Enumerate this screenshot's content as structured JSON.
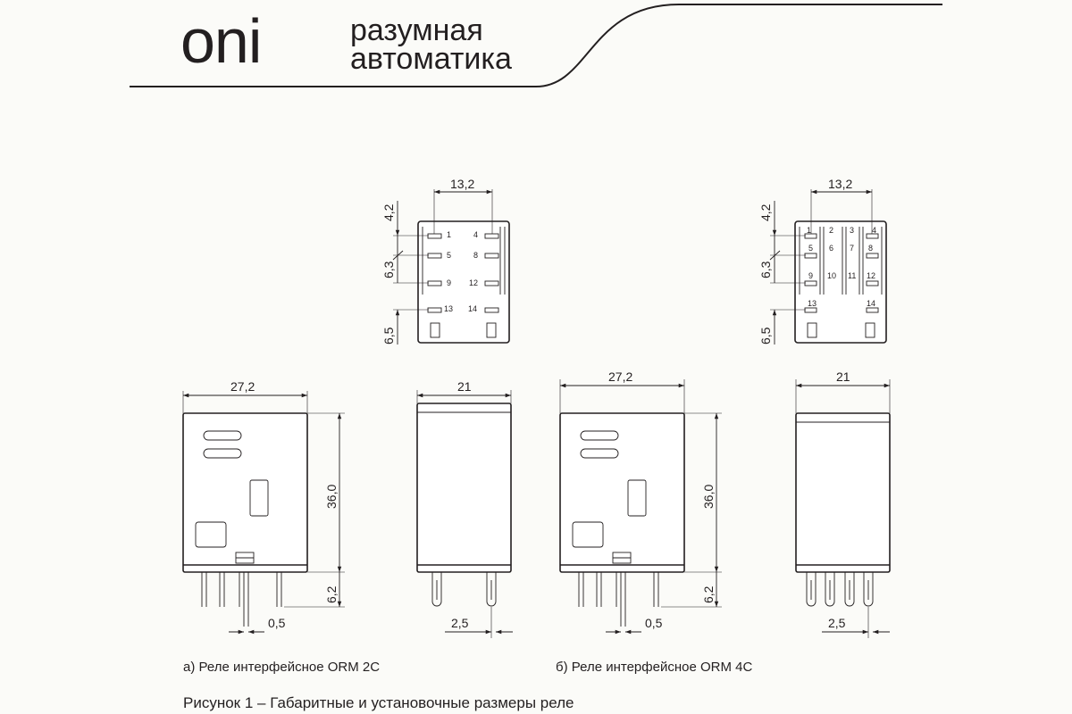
{
  "brand": {
    "logo": "oni",
    "tagline_line1": "разумная",
    "tagline_line2": "автоматика"
  },
  "pinout_2c": {
    "dim_width": "13,2",
    "dim_top": "4,2",
    "dim_pitch": "6,3",
    "dim_bottom": "6,5",
    "pins": [
      "1",
      "4",
      "5",
      "8",
      "9",
      "12",
      "13",
      "14"
    ]
  },
  "pinout_4c": {
    "dim_width": "13,2",
    "dim_top": "4,2",
    "dim_pitch": "6,3",
    "dim_bottom": "6,5",
    "pins": [
      "1",
      "2",
      "3",
      "4",
      "5",
      "6",
      "7",
      "8",
      "9",
      "10",
      "11",
      "12",
      "13",
      "14"
    ]
  },
  "relay_2c": {
    "front_width": "27,2",
    "height": "36,0",
    "pin_length": "6,2",
    "pin_gap": "0,5",
    "side_width": "21",
    "pin_offset": "2,5"
  },
  "relay_4c": {
    "front_width": "27,2",
    "height": "36,0",
    "pin_length": "6,2",
    "pin_gap": "0,5",
    "side_width": "21",
    "pin_offset": "2,5"
  },
  "captions": {
    "a": "а) Реле интерфейсное ORM 2C",
    "b": "б) Реле интерфейсное ORM 4C",
    "figure": "Рисунок 1 – Габаритные и установочные размеры реле"
  }
}
